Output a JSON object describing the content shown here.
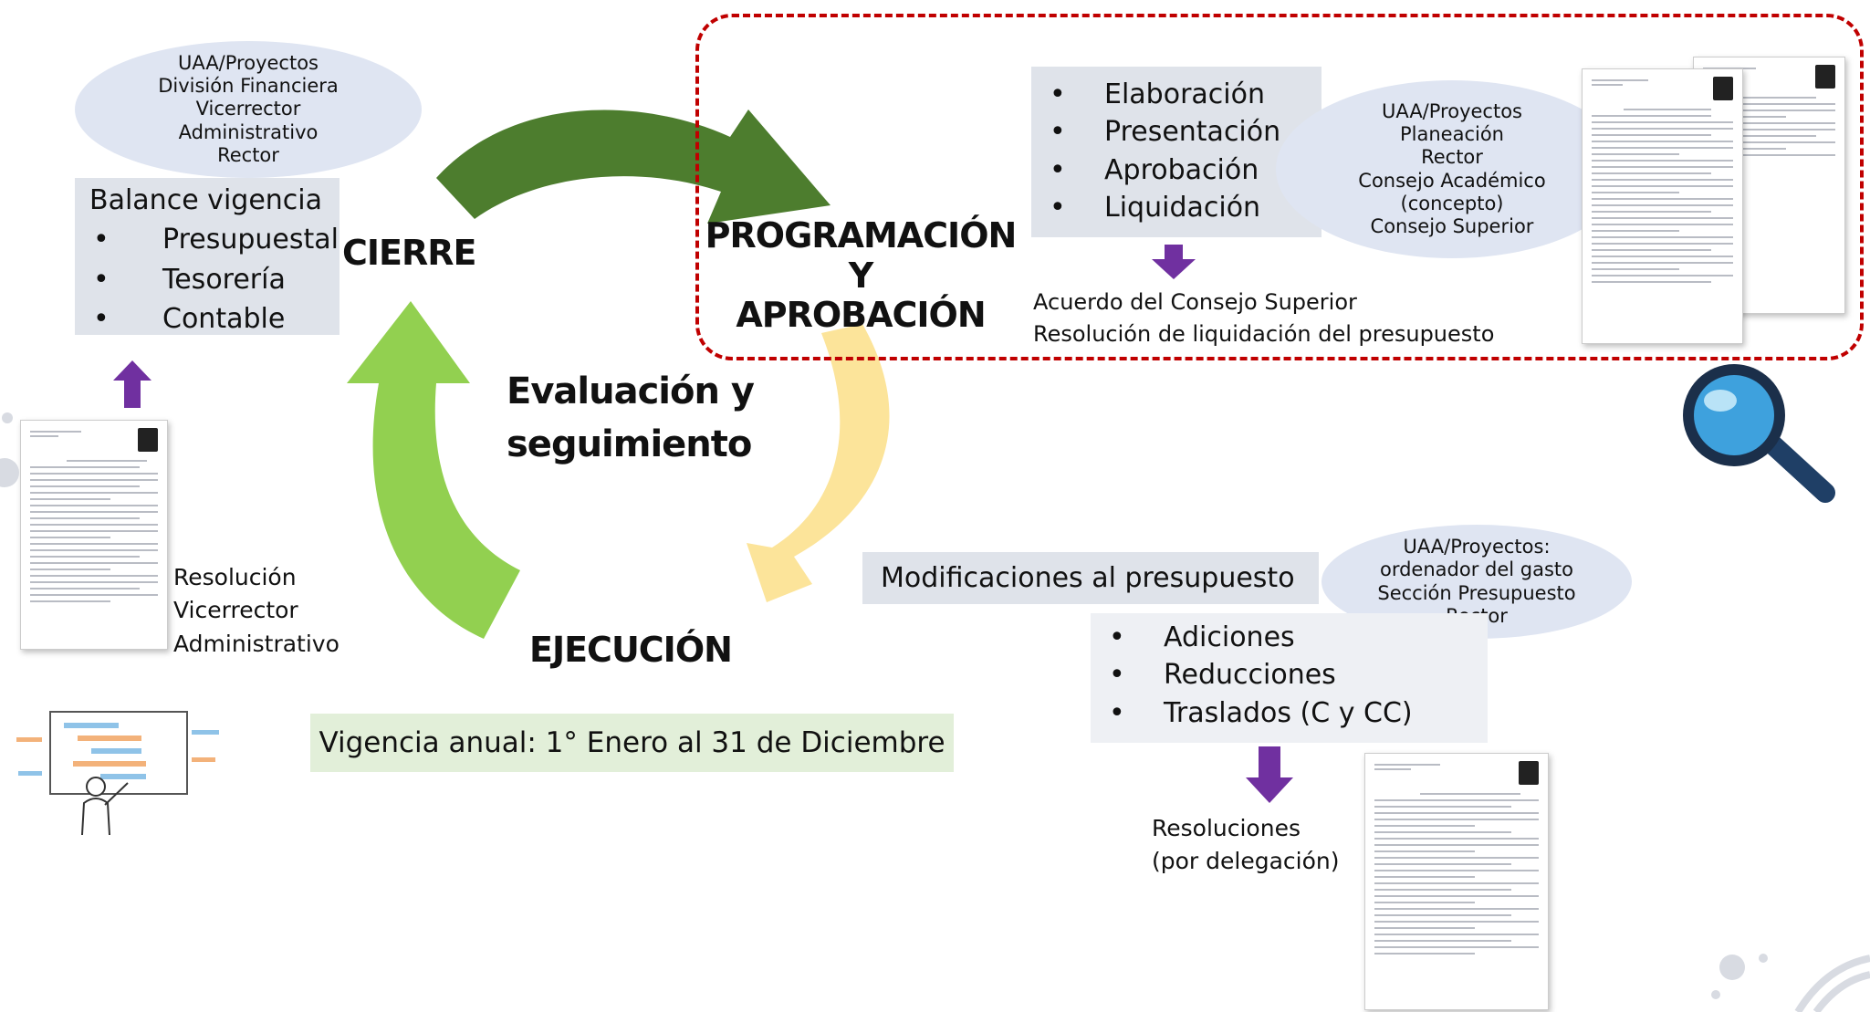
{
  "colors": {
    "arrow_dark_green": "#4d7d2e",
    "arrow_light_green": "#92d050",
    "arrow_yellow": "#fce49a",
    "small_arrow_purple": "#7030a0",
    "dashed_border": "#c00000",
    "ellipse_fill": "#dfe5f2",
    "box_fill": "#dfe3ea",
    "vigencia_fill": "#e2efd9"
  },
  "stages": {
    "cierre": "CIERRE",
    "programacion_line1": "PROGRAMACIÓN Y",
    "programacion_line2": "APROBACIÓN",
    "evaluacion_line1": "Evaluación y",
    "evaluacion_line2": "seguimiento",
    "ejecucion": "EJECUCIÓN"
  },
  "cierre_responsables": [
    "UAA/Proyectos",
    "División Financiera",
    "Vicerrector",
    "Administrativo",
    "Rector"
  ],
  "balance": {
    "title": "Balance vigencia",
    "items": [
      "Presupuestal",
      "Tesorería",
      "Contable"
    ]
  },
  "resolucion_cierre": [
    "Resolución",
    "Vicerrector",
    "Administrativo"
  ],
  "programacion": {
    "items": [
      "Elaboración",
      "Presentación",
      "Aprobación",
      "Liquidación"
    ],
    "responsables": [
      "UAA/Proyectos",
      "Planeación",
      "Rector",
      "Consejo Académico",
      "(concepto)",
      "Consejo Superior"
    ],
    "resultado": [
      "Acuerdo del Consejo Superior",
      "Resolución de liquidación del presupuesto"
    ]
  },
  "modificaciones": {
    "title": "Modificaciones al presupuesto",
    "items": [
      "Adiciones",
      "Reducciones",
      "Traslados (C y CC)"
    ],
    "responsables": [
      "UAA/Proyectos:",
      "ordenador del gasto",
      "Sección Presupuesto",
      "Rector"
    ],
    "resultado": [
      "Resoluciones",
      "(por delegación)"
    ]
  },
  "vigencia": "Vigencia anual: 1° Enero al 31 de Diciembre",
  "icons": [
    "magnifier-icon",
    "presenter-illustration",
    "document-thumbnail"
  ]
}
